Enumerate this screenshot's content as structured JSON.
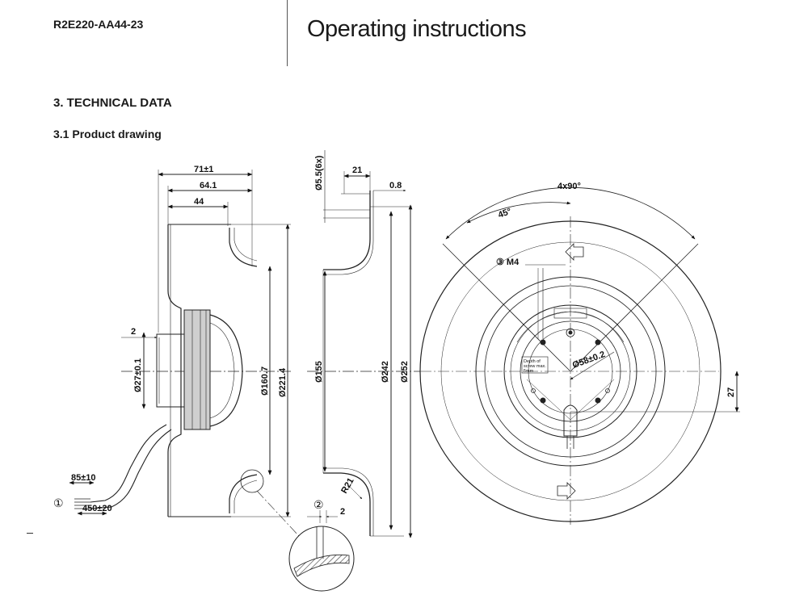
{
  "header": {
    "doc_id": "R2E220-AA44-23",
    "title": "Operating instructions"
  },
  "section": {
    "heading": "3. TECHNICAL DATA",
    "subheading": "3.1 Product drawing"
  },
  "drawing": {
    "side_view": {
      "dim_overall": "71±1",
      "dim_depth": "64.1",
      "dim_hub": "44",
      "dim_flange": "2",
      "dia_shaft": "Ø27±0.1",
      "dia_inner": "Ø160.7",
      "dia_outer": "Ø221.4",
      "cable_strip": "85±10",
      "cable_length": "450±20",
      "callout_1": "①"
    },
    "section_view": {
      "holes": "Ø5.5(6x)",
      "dim_top": "21",
      "dim_thickness": "0.8",
      "dia_155": "Ø155",
      "dia_242": "Ø242",
      "dia_252": "Ø252",
      "radius": "R21",
      "callout_2": "②",
      "dim_2": "2"
    },
    "front_view": {
      "angle_repeat": "4x90°",
      "angle": "45°",
      "thread": "③ M4",
      "note_depth_1": "Depth of",
      "note_depth_2": "screw max.",
      "note_depth_3": "5mm",
      "dia_58": "Ø58±0.2",
      "dim_27": "27"
    }
  }
}
